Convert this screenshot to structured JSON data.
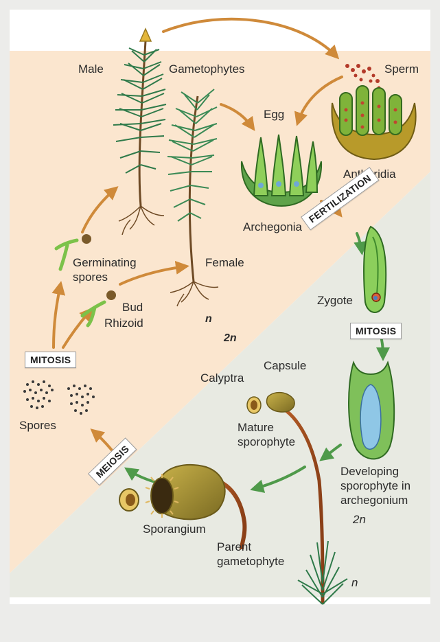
{
  "colors": {
    "haploid_bg": "#fbe6cf",
    "diploid_bg": "#e8eae2",
    "arrow_orange": "#cf8a3a",
    "arrow_green": "#4f9a4a",
    "frame": "#ffffff"
  },
  "labels": {
    "male": "Male",
    "gametophytes": "Gametophytes",
    "sperm": "Sperm",
    "egg": "Egg",
    "antheridia": "Antheridia",
    "archegonia": "Archegonia",
    "germinating_spores": "Germinating\nspores",
    "female": "Female",
    "bud": "Bud",
    "rhizoid": "Rhizoid",
    "zygote": "Zygote",
    "spores": "Spores",
    "calyptra": "Calyptra",
    "capsule": "Capsule",
    "mature_sporophyte": "Mature\nsporophyte",
    "developing_sporophyte": "Developing\nsporophyte in\narchegonium",
    "sporangium": "Sporangium",
    "parent_gametophyte": "Parent\ngametophyte"
  },
  "ploidy": {
    "haploid_mid": "n",
    "diploid_mid": "2n",
    "developing": "2n",
    "bottom_right": "n"
  },
  "processes": {
    "fertilization": "FERTILIZATION",
    "mitosis_left": "MITOSIS",
    "mitosis_right": "MITOSIS",
    "meiosis": "MEIOSIS"
  }
}
